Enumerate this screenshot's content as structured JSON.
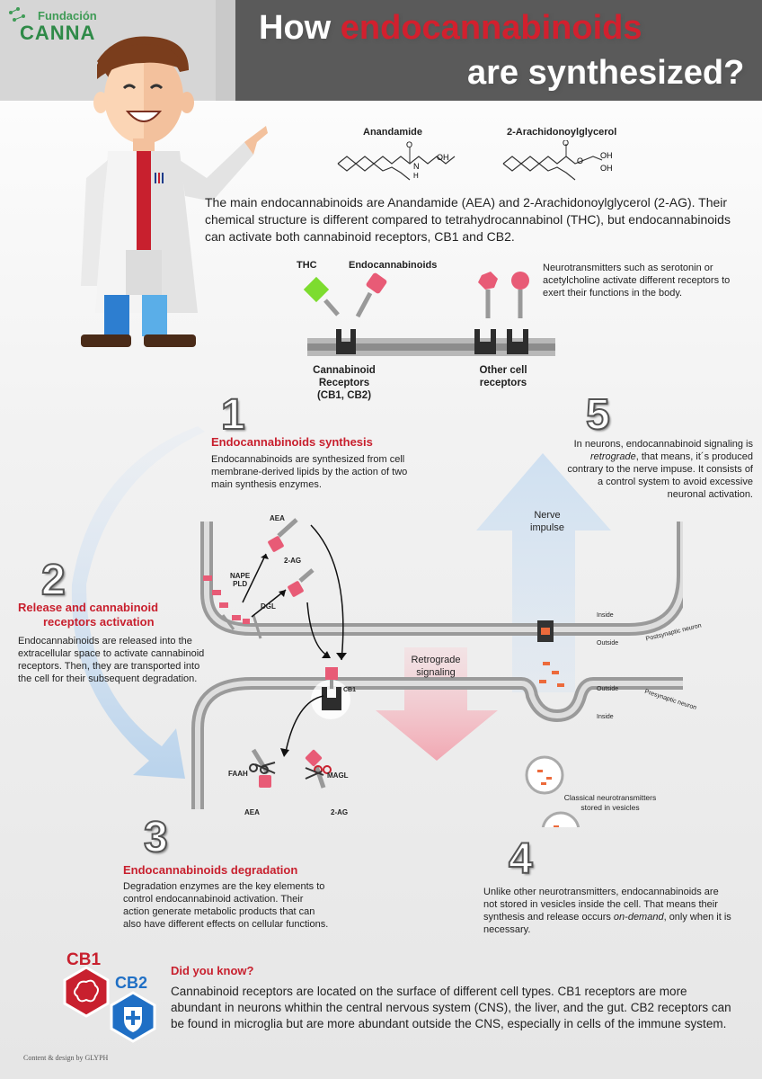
{
  "logo": {
    "top": "Fundación",
    "main": "CANNA"
  },
  "title": {
    "line1_a": "How",
    "line1_b": "endocannabinoids",
    "line2": "are synthesized?"
  },
  "molecules": [
    {
      "name": "Anandamide",
      "atoms": [
        "O",
        "N",
        "H",
        "OH"
      ]
    },
    {
      "name": "2-Arachidonoylglycerol",
      "atoms": [
        "O",
        "O",
        "OH",
        "OH"
      ]
    }
  ],
  "intro": "The main endocannabinoids are Anandamide (AEA) and 2-Arachidonoylglycerol (2-AG). Their chemical structure is different compared to tetrahydrocannabinol (THC), but endocannabinoids can activate both cannabinoid receptors, CB1 and CB2.",
  "receptor_diagram": {
    "thc": "THC",
    "endo": "Endocannabinoids",
    "neuro_note": "Neurotransmitters such as serotonin or acetylcholine activate different receptors to exert their functions in the body.",
    "cannabinoid_label": [
      "Cannabinoid",
      "Receptors",
      "(CB1, CB2)"
    ],
    "other_label": [
      "Other cell",
      "receptors"
    ]
  },
  "steps": {
    "s1": {
      "num": "1",
      "title": "Endocannabinoids synthesis",
      "text": "Endocannabinoids are synthesized from cell membrane-derived lipids by the action of two main synthesis enzymes."
    },
    "s2": {
      "num": "2",
      "title_1": "Release and cannabinoid",
      "title_2": "receptors activation",
      "text": "Endocannabinoids are released into the extracellular space to activate cannabinoid receptors. Then, they are transported into the cell for their subsequent degradation."
    },
    "s3": {
      "num": "3",
      "title": "Endocannabinoids degradation",
      "text": "Degradation enzymes are the key elements to control endocannabinoid activation. Their action generate metabolic products that can also have different effects on cellular functions."
    },
    "s4": {
      "num": "4",
      "text_a": "Unlike other neurotransmitters, endocannabinoids are not stored in vesicles inside the cell. That means their synthesis and release occurs ",
      "text_em": "on-demand",
      "text_b": ", only when it is necessary."
    },
    "s5": {
      "num": "5",
      "text_a": "In neurons, endocannabinoid signaling is ",
      "text_em": "retrograde",
      "text_b": ", that means, it´s produced contrary to the nerve impuse. It consists of a control system to avoid excessive neuronal activation."
    }
  },
  "neuron_labels": {
    "aea": "AEA",
    "two_ag": "2-AG",
    "nape": "NAPE",
    "pld": "PLD",
    "dgl": "DGL",
    "cb1": "CB1",
    "faah": "FAAH",
    "magl": "MAGL",
    "aea2": "AEA",
    "two_ag2": "2-AG",
    "retro_1": "Retrograde",
    "retro_2": "signaling",
    "nerve_1": "Nerve",
    "nerve_2": "impulse",
    "inside": "Inside",
    "outside": "Outside",
    "postsyn": "Postsynaptic neuron",
    "outside2": "Outside",
    "inside2": "Inside",
    "presyn": "Presynaptic neuron",
    "vesicles_1": "Classical neurotransmitters",
    "vesicles_2": "stored in vesicles"
  },
  "badges": {
    "cb1": "CB1",
    "cb2": "CB2"
  },
  "did_you_know": {
    "title": "Did you know?",
    "text": "Cannabinoid receptors are located on the surface of different cell types. CB1 receptors are more abundant in neurons whithin the central nervous system (CNS), the liver, and the gut. CB2 receptors can be found in microglia but are more abundant outside the CNS, especially in cells of the immune system."
  },
  "credit": "Content & design by GLYPH",
  "colors": {
    "accent_red": "#c8202e",
    "brand_green": "#2f8a48",
    "thc_green": "#7ddc2f",
    "pink": "#e85b76",
    "blue_arrow": "#b9d3ec"
  }
}
